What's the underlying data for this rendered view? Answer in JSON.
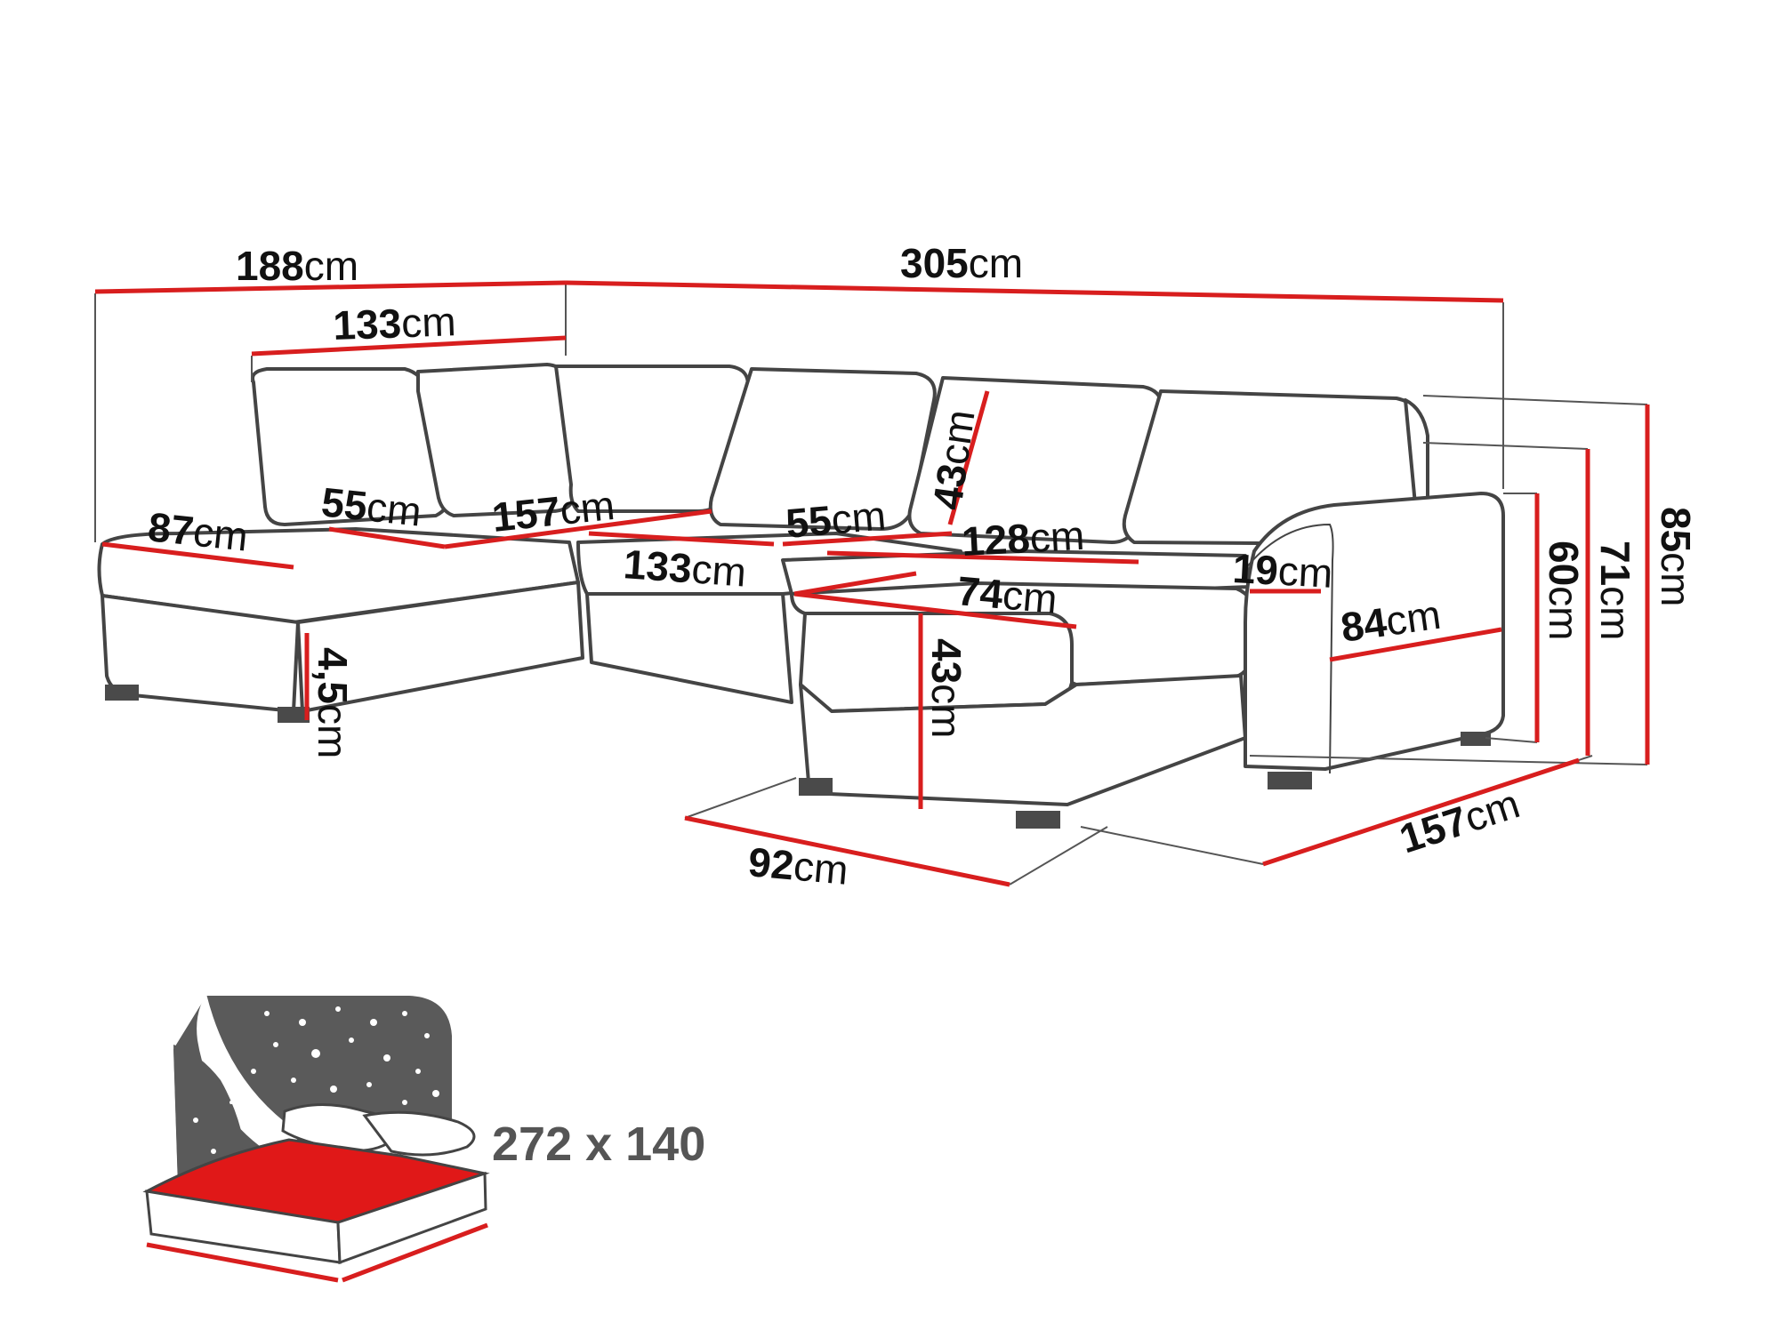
{
  "colors": {
    "dimension_line": "#d81e1e",
    "outline": "#444444",
    "bed_red": "#e01818",
    "night_sky": "#5a5a5a"
  },
  "dimensions": [
    {
      "key": "total_left_width",
      "value": "188",
      "unit": "cm"
    },
    {
      "key": "total_width",
      "value": "305",
      "unit": "cm"
    },
    {
      "key": "left_seat_width",
      "value": "133",
      "unit": "cm"
    },
    {
      "key": "left_chaise_depth",
      "value": "87",
      "unit": "cm"
    },
    {
      "key": "left_seat_depth",
      "value": "55",
      "unit": "cm"
    },
    {
      "key": "corner_seat_width",
      "value": "157",
      "unit": "cm"
    },
    {
      "key": "middle_seat_width",
      "value": "133",
      "unit": "cm"
    },
    {
      "key": "middle_seat_depth",
      "value": "55",
      "unit": "cm"
    },
    {
      "key": "backrest_height",
      "value": "43",
      "unit": "cm"
    },
    {
      "key": "right_seat_width",
      "value": "128",
      "unit": "cm"
    },
    {
      "key": "chaise_width",
      "value": "74",
      "unit": "cm"
    },
    {
      "key": "armrest_width",
      "value": "19",
      "unit": "cm"
    },
    {
      "key": "chaise_height",
      "value": "43",
      "unit": "cm"
    },
    {
      "key": "armrest_depth",
      "value": "84",
      "unit": "cm"
    },
    {
      "key": "leg_height",
      "value": "4,5",
      "unit": "cm"
    },
    {
      "key": "armrest_height",
      "value": "60",
      "unit": "cm"
    },
    {
      "key": "back_height",
      "value": "71",
      "unit": "cm"
    },
    {
      "key": "total_height",
      "value": "85",
      "unit": "cm"
    },
    {
      "key": "chaise_depth",
      "value": "92",
      "unit": "cm"
    },
    {
      "key": "right_depth",
      "value": "157",
      "unit": "cm"
    }
  ],
  "bed": {
    "size": "272 x 140"
  },
  "icons": [
    "sofa-drawing",
    "bed-function-icon",
    "moon-icon",
    "star-icon"
  ]
}
